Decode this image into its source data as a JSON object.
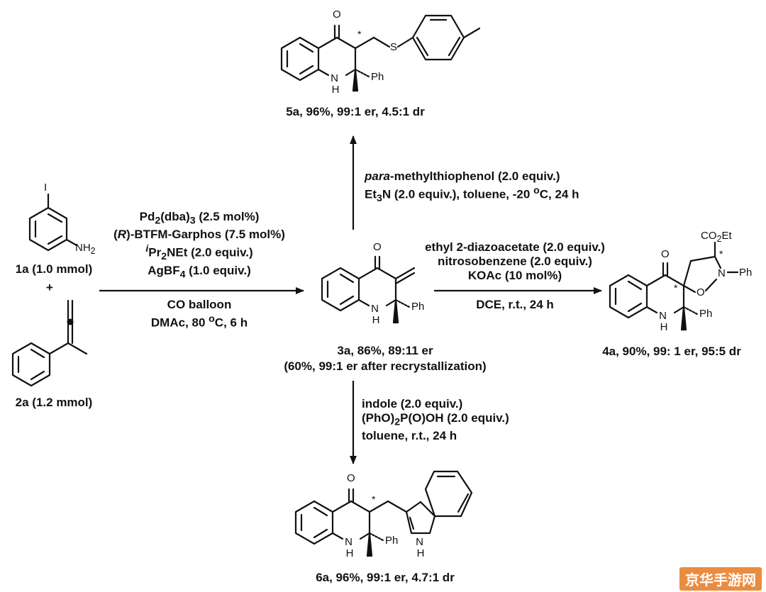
{
  "compounds": {
    "c1a": {
      "label": "1a (1.0 mmol)",
      "atoms": {
        "i": "I",
        "nh2": "NH<sub>2</sub>"
      }
    },
    "plus": "+",
    "c2a": {
      "label": "2a (1.2 mmol)"
    },
    "c3a": {
      "label_line1": "3a, 86%,  89:11 er",
      "label_line2": "(60%, 99:1 er after recrystallization)",
      "atoms": {
        "o": "O",
        "nh": "N H",
        "ph": "Ph"
      }
    },
    "c4a": {
      "label": "4a, 90%, 99: 1 er, 95:5 dr",
      "atoms": {
        "o": "O",
        "co2et": "CO<sub>2</sub>Et",
        "n": "N",
        "ph1": "Ph",
        "o2": "O",
        "nh": "N H",
        "ph2": "Ph"
      }
    },
    "c5a": {
      "label": "5a, 96%, 99:1 er, 4.5:1 dr",
      "atoms": {
        "o": "O",
        "s": "S",
        "nh": "N H",
        "ph": "Ph"
      }
    },
    "c6a": {
      "label": "6a, 96%, 99:1 er, 4.7:1 dr",
      "atoms": {
        "o": "O",
        "nh": "N H",
        "ph": "Ph",
        "nh_ind": "N H"
      }
    },
    "star": "*"
  },
  "conditions": {
    "step1_above": [
      "Pd<sub>2</sub>(dba)<sub>3</sub> (2.5 mol%)",
      "(<i>R</i>)-BTFM-Garphos (7.5 mol%)",
      "<sup><i>i</i></sup>Pr<sub>2</sub>NEt (2.0 equiv.)",
      "AgBF<sub>4</sub> (1.0 equiv.)"
    ],
    "step1_below": [
      "CO balloon",
      "DMAc, 80 <sup>o</sup>C, 6 h"
    ],
    "to5a": [
      "<i>para</i>-methylthiophenol (2.0 equiv.)",
      "Et<sub>3</sub>N (2.0 equiv.), toluene, -20 <sup>o</sup>C, 24 h"
    ],
    "to4a_above": [
      "ethyl 2-diazoacetate (2.0 equiv.)",
      "nitrosobenzene (2.0 equiv.)",
      "KOAc (10 mol%)"
    ],
    "to4a_below": [
      "DCE, r.t., 24 h"
    ],
    "to6a": [
      "indole (2.0 equiv.)",
      "(PhO)<sub>2</sub>P(O)OH (2.0 equiv.)",
      "toluene, r.t., 24 h"
    ]
  },
  "watermark": "京华手游网"
}
